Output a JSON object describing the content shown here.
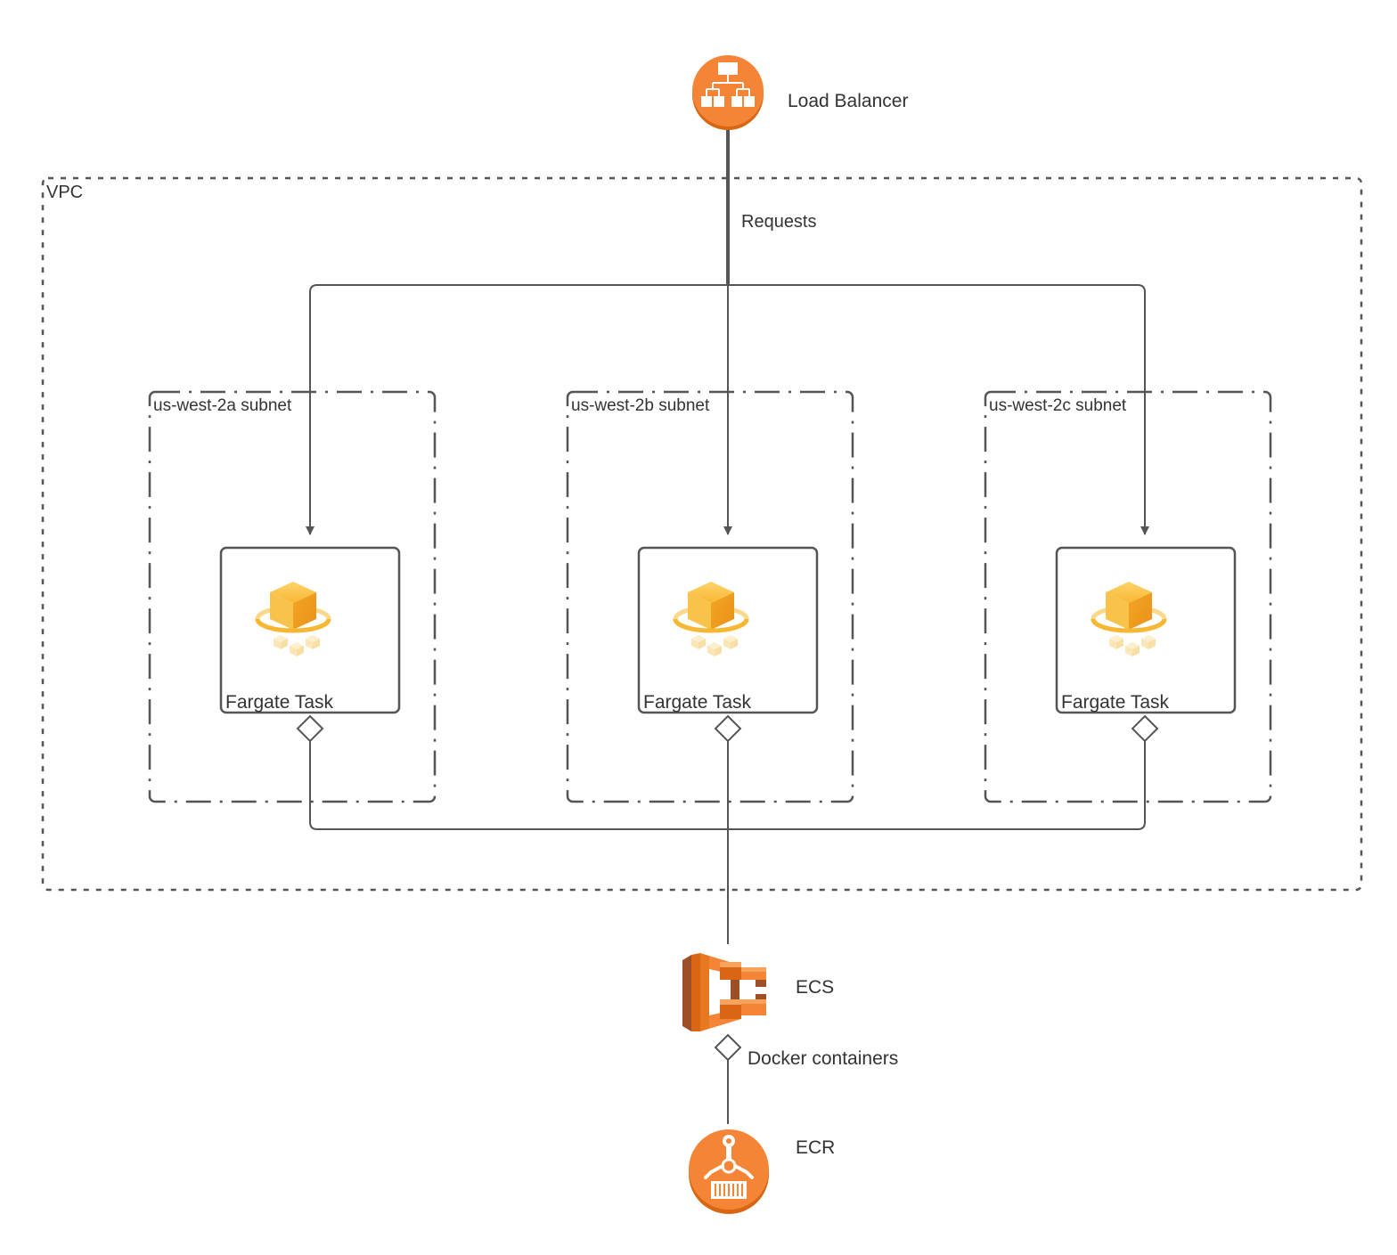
{
  "nodes": {
    "load_balancer": {
      "label": "Load Balancer",
      "icon": "load-balancer-icon"
    },
    "ecs": {
      "label": "ECS",
      "icon": "ecs-icon"
    },
    "ecr": {
      "label": "ECR",
      "icon": "ecr-icon"
    }
  },
  "vpc": {
    "label": "VPC"
  },
  "edges": {
    "requests": "Requests",
    "docker": "Docker containers"
  },
  "subnets": [
    {
      "label": "us-west-2a subnet",
      "task_label": "Fargate Task"
    },
    {
      "label": "us-west-2b subnet",
      "task_label": "Fargate Task"
    },
    {
      "label": "us-west-2c subnet",
      "task_label": "Fargate Task"
    }
  ],
  "colors": {
    "aws_orange": "#F58536",
    "aws_orange_dark": "#D86613",
    "fargate_yellow": "#F7B733",
    "line": "#555555"
  }
}
